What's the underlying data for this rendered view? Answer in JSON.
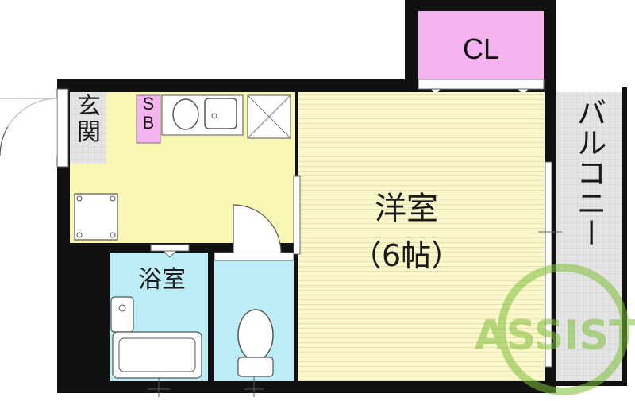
{
  "rooms": {
    "closet": "CL",
    "shoe_box": "S\nB",
    "entrance": "玄\n関",
    "bathroom": "浴室",
    "western_room": "洋室",
    "western_room_size": "（6帖）",
    "balcony": "バルコニー"
  },
  "watermark": {
    "text": "ASSIST",
    "color": "#7fbf3a"
  },
  "colors": {
    "wall": "#111111",
    "western_room": "#fbf7cc",
    "kitchen": "#faf6b4",
    "closet": "#f5b3f0",
    "shoe_box": "#f5b3f0",
    "bath": "#bdeef7",
    "toilet": "#bdeef7",
    "entrance_floor": "#e6e6e6",
    "balcony": "#e6e6e6"
  }
}
